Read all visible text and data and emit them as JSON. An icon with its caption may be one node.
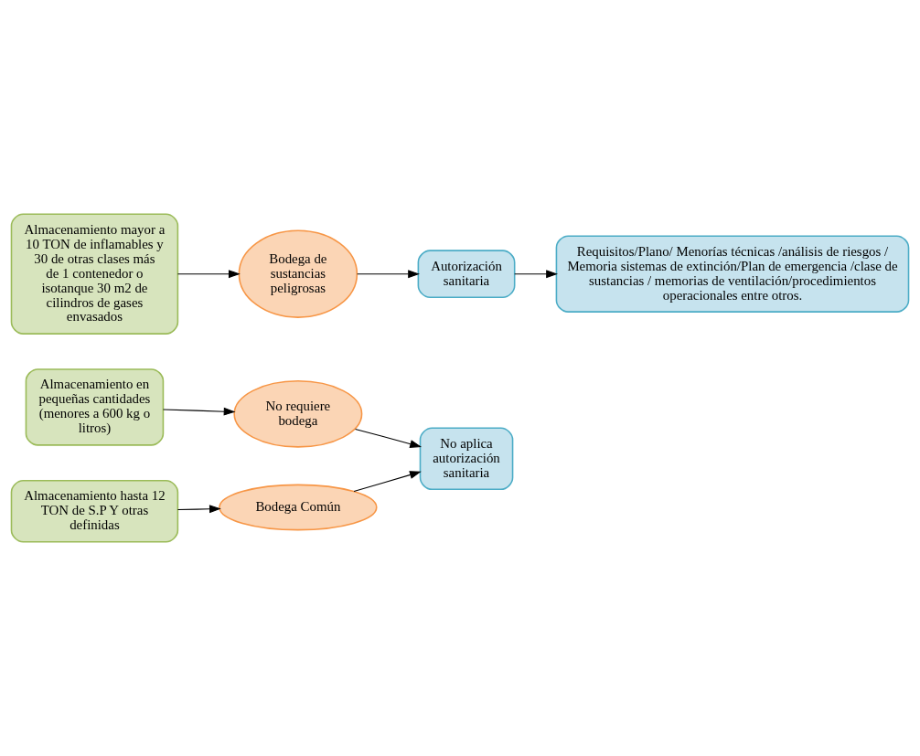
{
  "diagram": {
    "nodes": [
      {
        "text": [
          "Almacenamiento en pequeñas cantidades (menores a 600 kg o litros)"
        ]
      },
      {
        "text": [
          "No requiere bodega"
        ]
      },
      {
        "text": [
          "No aplica autorización sanitaria"
        ]
      },
      {
        "text": [
          "Almacenamiento hasta 12 TON de S.P Y otras definidas"
        ]
      },
      {
        "text": [
          "Bodega Común"
        ]
      },
      {
        "text": [
          "Almacenamiento mayor a 10 TON de inflamables y 30 de otras clases más de 1 contenedor o isotanque 30 m2 de cilindros de gases envasados"
        ]
      },
      {
        "text": [
          "Bodega de sustancias peligrosas"
        ]
      },
      {
        "text": [
          "Autorización sanitaria"
        ]
      },
      {
        "text": [
          "Requisitos/Plano/ Menorías técnicas /análisis de riesgos / Memoria sistemas de extinción/Plan de emergencia /clase de sustancias / memorias de ventilación/procedimientos operacionales entre otros."
        ]
      }
    ],
    "edges": [
      {
        "from": 0,
        "to": 1,
        "arrow": "to"
      },
      {
        "from": 3,
        "to": 4,
        "arrow": "to"
      },
      {
        "from": 1,
        "to": 2,
        "arrow": "to"
      },
      {
        "from": 4,
        "to": 2,
        "arrow": "to"
      },
      {
        "from": 5,
        "to": 6,
        "arrow": "to"
      },
      {
        "from": 6,
        "to": 7,
        "arrow": "to"
      },
      {
        "from": 7,
        "to": 8,
        "arrow": "to"
      }
    ]
  }
}
